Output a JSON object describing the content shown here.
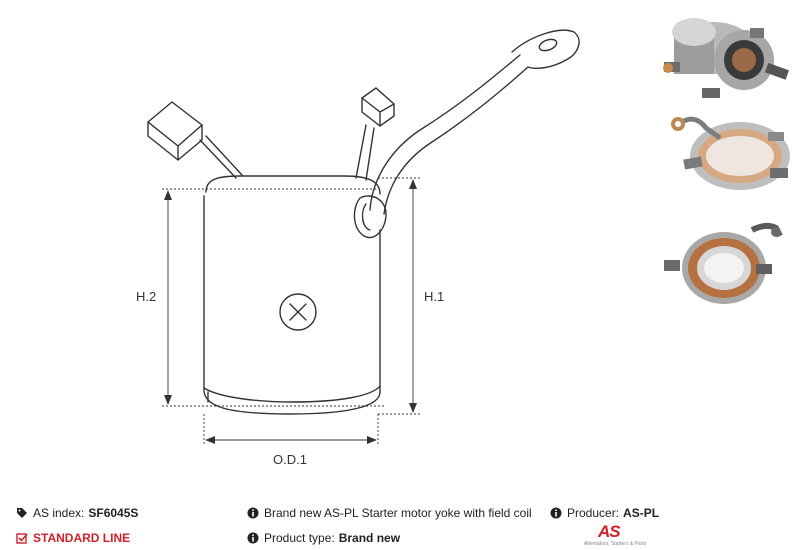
{
  "drawing": {
    "labels": {
      "h2": "H.2",
      "h1": "H.1",
      "od1": "O.D.1"
    }
  },
  "photos": [
    "photo-top",
    "photo-middle",
    "photo-bottom"
  ],
  "footer": {
    "as_index_label": "AS index:",
    "as_index_value": "SF6045S",
    "description": "Brand new AS-PL Starter motor yoke with field coil",
    "producer_label": "Producer:",
    "producer_value": "AS-PL",
    "standard_line": "STANDARD LINE",
    "product_type_label": "Product type:",
    "product_type_value": "Brand new"
  },
  "logo": {
    "mark": "AS",
    "tagline": "Alternators, Starters & Parts"
  },
  "colors": {
    "accent_red": "#d0202a",
    "line": "#333333"
  },
  "icons": [
    "tag-icon",
    "info-icon",
    "check-box-icon",
    "logo-icon"
  ]
}
